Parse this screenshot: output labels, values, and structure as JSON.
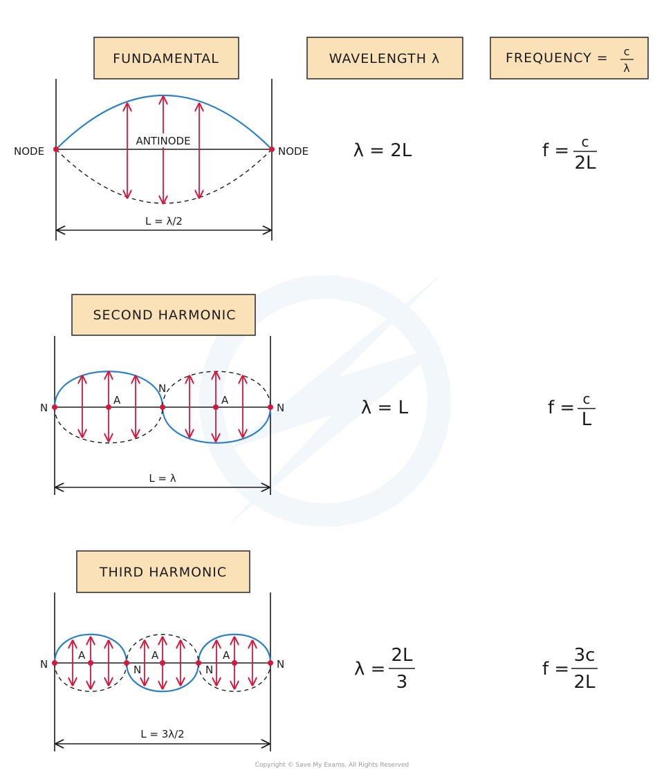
{
  "headers": {
    "fundamental": "FUNDAMENTAL",
    "wavelength": "WAVELENGTH  λ",
    "frequency": "FREQUENCY = ",
    "frequency_num": "c",
    "frequency_den": "λ",
    "second": "SECOND   HARMONIC",
    "third": "THIRD   HARMONIC"
  },
  "labels": {
    "node": "NODE",
    "antinode": "ANTINODE",
    "n": "N",
    "a": "A"
  },
  "fundamental": {
    "length": "L = λ/2",
    "wavelength_eq": "λ = 2L",
    "freq_lhs": "f =",
    "freq_num": "c",
    "freq_den": "2L"
  },
  "second": {
    "length": "L = λ",
    "wavelength_eq": "λ = L",
    "freq_lhs": "f =",
    "freq_num": "c",
    "freq_den": "L"
  },
  "third": {
    "length": "L = 3λ/2",
    "wavelength_lhs": "λ =",
    "wavelength_num": "2L",
    "wavelength_den": "3",
    "freq_lhs": "f =",
    "freq_num": "3c",
    "freq_den": "2L"
  },
  "copyright": "Copyright © Save My Exams. All Rights Reserved",
  "colors": {
    "header_fill": "#fbe1b8",
    "wave_blue": "#2b7fc9",
    "arrow_red": "#d6173d"
  }
}
